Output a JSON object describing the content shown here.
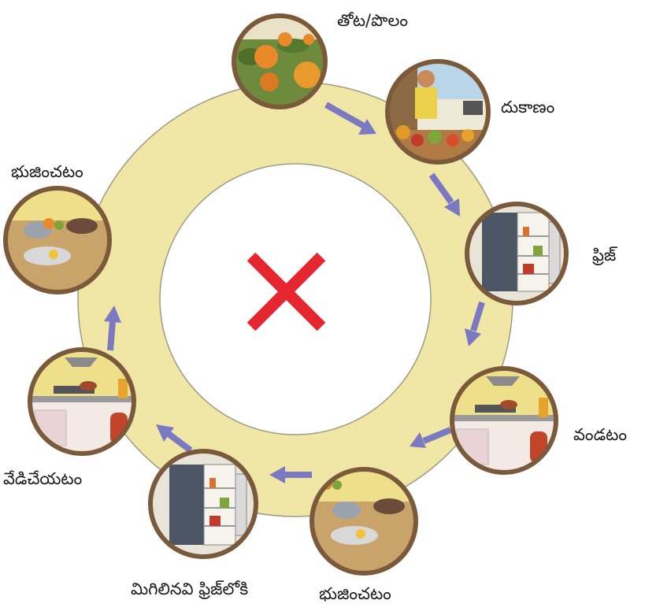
{
  "center_mark": "cross",
  "colors": {
    "ring": "#F0E6A6",
    "ring_stroke": "#9C9C86",
    "inner_circle": "#FFFFFF",
    "node_border": "#7A5A3A",
    "arrow": "#7A79C2",
    "cross": "#E5262E"
  },
  "stages": [
    {
      "label": "తోట/పొలం",
      "icon": "vegetable-garden-icon"
    },
    {
      "label": "దుకాణం",
      "icon": "market-shop-icon"
    },
    {
      "label": "ఫ్రిజ్",
      "icon": "refrigerator-icon"
    },
    {
      "label": "వండటం",
      "icon": "kitchen-stove-icon"
    },
    {
      "label": "భుజించటం",
      "icon": "dining-table-icon"
    },
    {
      "label": "మిగిలినవి ఫ్రిజ్‌లోకి",
      "icon": "refrigerator-icon"
    },
    {
      "label": "వేడిచేయటం",
      "icon": "kitchen-stove-icon"
    },
    {
      "label": "భుజించటం",
      "icon": "dining-table-icon"
    }
  ]
}
